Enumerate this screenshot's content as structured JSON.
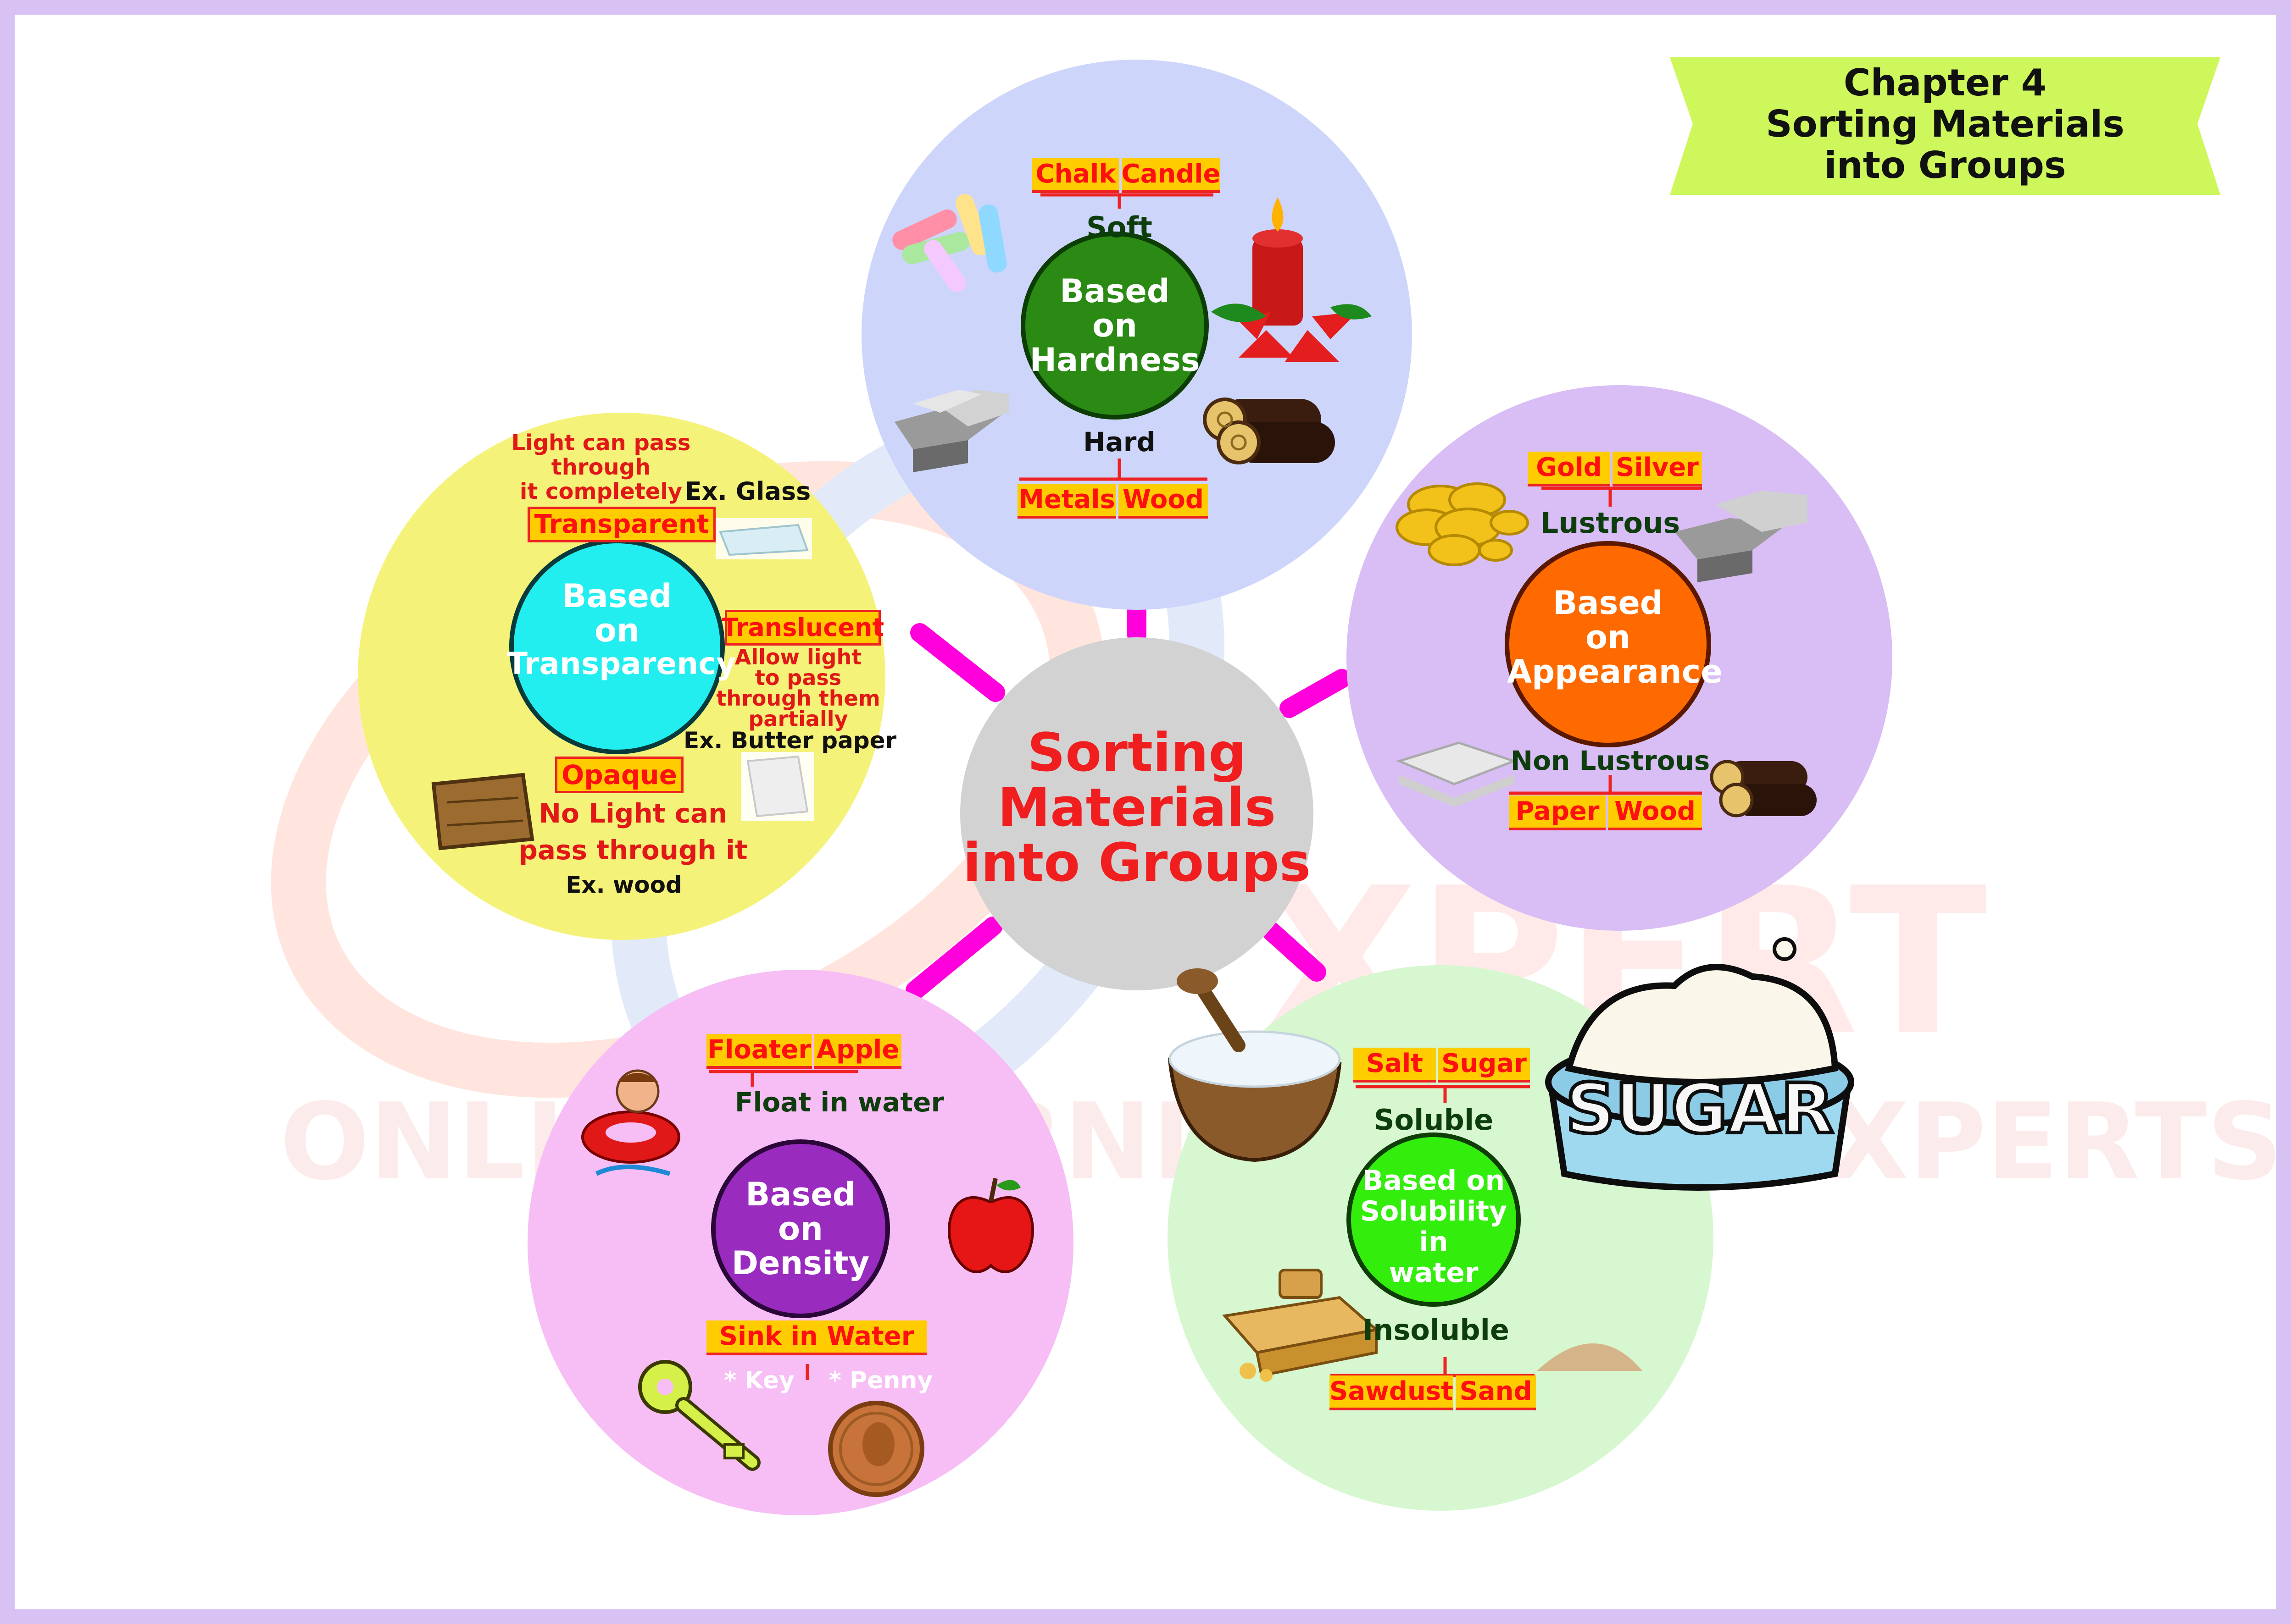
{
  "banner": {
    "line1": "Chapter 4",
    "line2": "Sorting Materials",
    "line3": "into Groups"
  },
  "center": {
    "line1": "Sorting",
    "line2": "Materials",
    "line3": "into Groups"
  },
  "watermark": {
    "big": "XPERT",
    "tagline": "ONLINE LEARNING WITH EXPERTS"
  },
  "hardness": {
    "title1": "Based",
    "title2": "on",
    "title3": "Hardness",
    "soft_label": "Soft",
    "soft_examples": [
      "Chalk",
      "Candle"
    ],
    "hard_label": "Hard",
    "hard_examples": [
      "Metals",
      "Wood"
    ]
  },
  "appearance": {
    "title1": "Based",
    "title2": "on",
    "title3": "Appearance",
    "lustrous_label": "Lustrous",
    "lustrous_examples": [
      "Gold",
      "Silver"
    ],
    "nonlustrous_label": "Non Lustrous",
    "nonlustrous_examples": [
      "Paper",
      "Wood"
    ]
  },
  "transparency": {
    "title1": "Based",
    "title2": "on",
    "title3": "Transparency",
    "transparent_desc1": "Light can pass",
    "transparent_desc2": "through",
    "transparent_desc3": "it completely",
    "transparent_label": "Transparent",
    "transparent_example": "Ex. Glass",
    "translucent_label": "Translucent",
    "translucent_desc1": "Allow light",
    "translucent_desc2": "to pass",
    "translucent_desc3": "through them",
    "translucent_desc4": "partially",
    "translucent_example": "Ex. Butter paper",
    "opaque_label": "Opaque",
    "opaque_desc1": "No Light can",
    "opaque_desc2": "pass through it",
    "opaque_example": "Ex. wood"
  },
  "density": {
    "title1": "Based",
    "title2": "on",
    "title3": "Density",
    "float_label": "Float in water",
    "float_examples": [
      "Floater",
      "Apple"
    ],
    "sink_label": "Sink in Water",
    "sink_items": [
      "* Key",
      "* Penny"
    ]
  },
  "solubility": {
    "title1": "Based on",
    "title2": "Solubility",
    "title3": "in",
    "title4": "water",
    "soluble_label": "Soluble",
    "soluble_examples": [
      "Salt",
      "Sugar"
    ],
    "insoluble_label": "Insoluble",
    "insoluble_examples": [
      "Sawdust",
      "Sand"
    ],
    "jar_text": "SUGAR"
  },
  "colors": {
    "page_border": "#d7c2f3",
    "hardness_bg": "#cdd5fb",
    "appearance_bg": "#d9bdf5",
    "transparency_bg": "#f5f27a",
    "density_bg": "#f7bdf5",
    "solubility_bg": "#d6f7cf",
    "center_bg": "#d2d2d2",
    "spokes": "#ff00dd",
    "label_red": "#ff1010",
    "label_yellow": "#ffcc00",
    "banner_green": "#cdf75a"
  }
}
